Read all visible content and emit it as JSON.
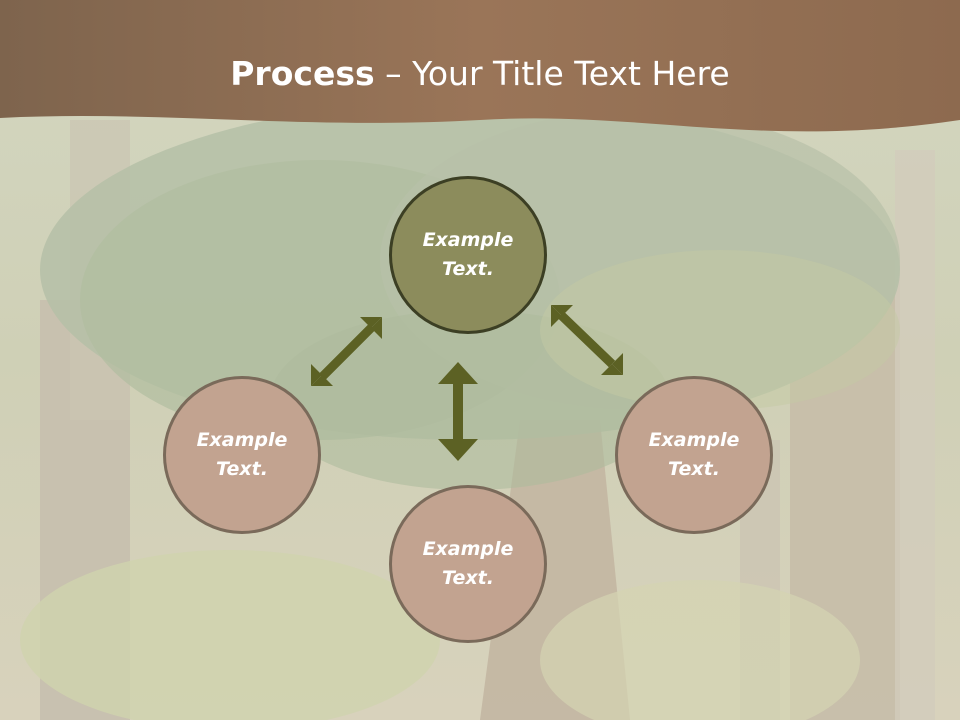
{
  "title": {
    "bold": "Process",
    "rest": " – Your Title Text Here"
  },
  "nodes": {
    "top": "Example\nText.",
    "left": "Example\nText.",
    "right": "Example\nText.",
    "bottom": "Example\nText."
  },
  "colors": {
    "banner": "#8a6a4e",
    "top_fill": "#8c8c5c",
    "top_border": "#3c3f24",
    "side_fill": "#c2a390",
    "side_border": "#7a6a5a",
    "arrow": "#5c6124"
  }
}
